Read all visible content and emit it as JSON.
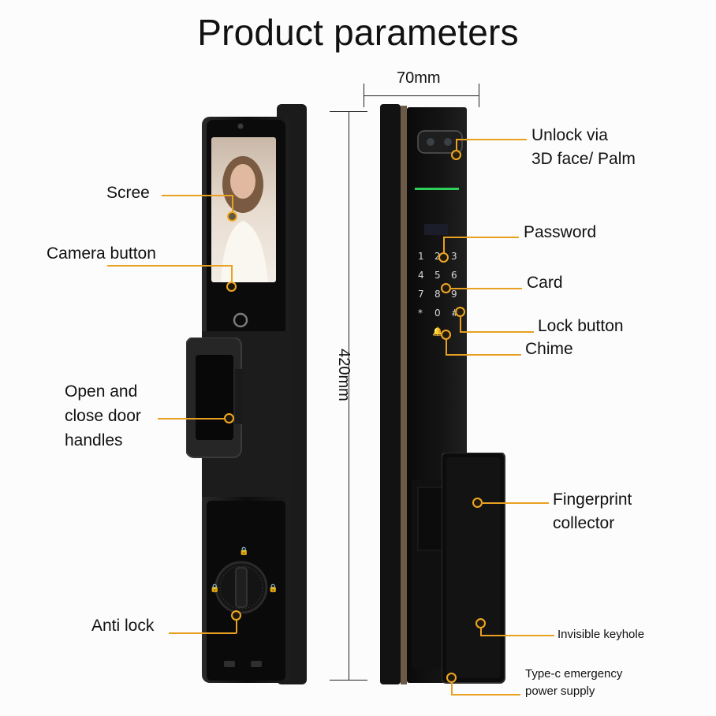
{
  "title": "Product parameters",
  "dimensions": {
    "width": "70mm",
    "height": "420mm"
  },
  "left_labels": {
    "screen": "Scree",
    "camera_button": "Camera button",
    "door_handles": [
      "Open and",
      "close door",
      "handles"
    ],
    "anti_lock": "Anti lock"
  },
  "right_labels": {
    "unlock": [
      "Unlock via",
      "3D face/ Palm"
    ],
    "password": "Password",
    "card": "Card",
    "lock_button": "Lock button",
    "chime": "Chime",
    "fingerprint": [
      "Fingerprint",
      "collector"
    ],
    "keyhole": "Invisible keyhole",
    "typec": [
      "Type-c emergency",
      "power supply"
    ]
  },
  "keypad": [
    "1",
    "2",
    "3",
    "4",
    "5",
    "6",
    "7",
    "8",
    "9",
    "*",
    "0",
    "#"
  ],
  "colors": {
    "accent": "#e8a020",
    "body": "#141414",
    "bronze": "#6b5a48"
  }
}
